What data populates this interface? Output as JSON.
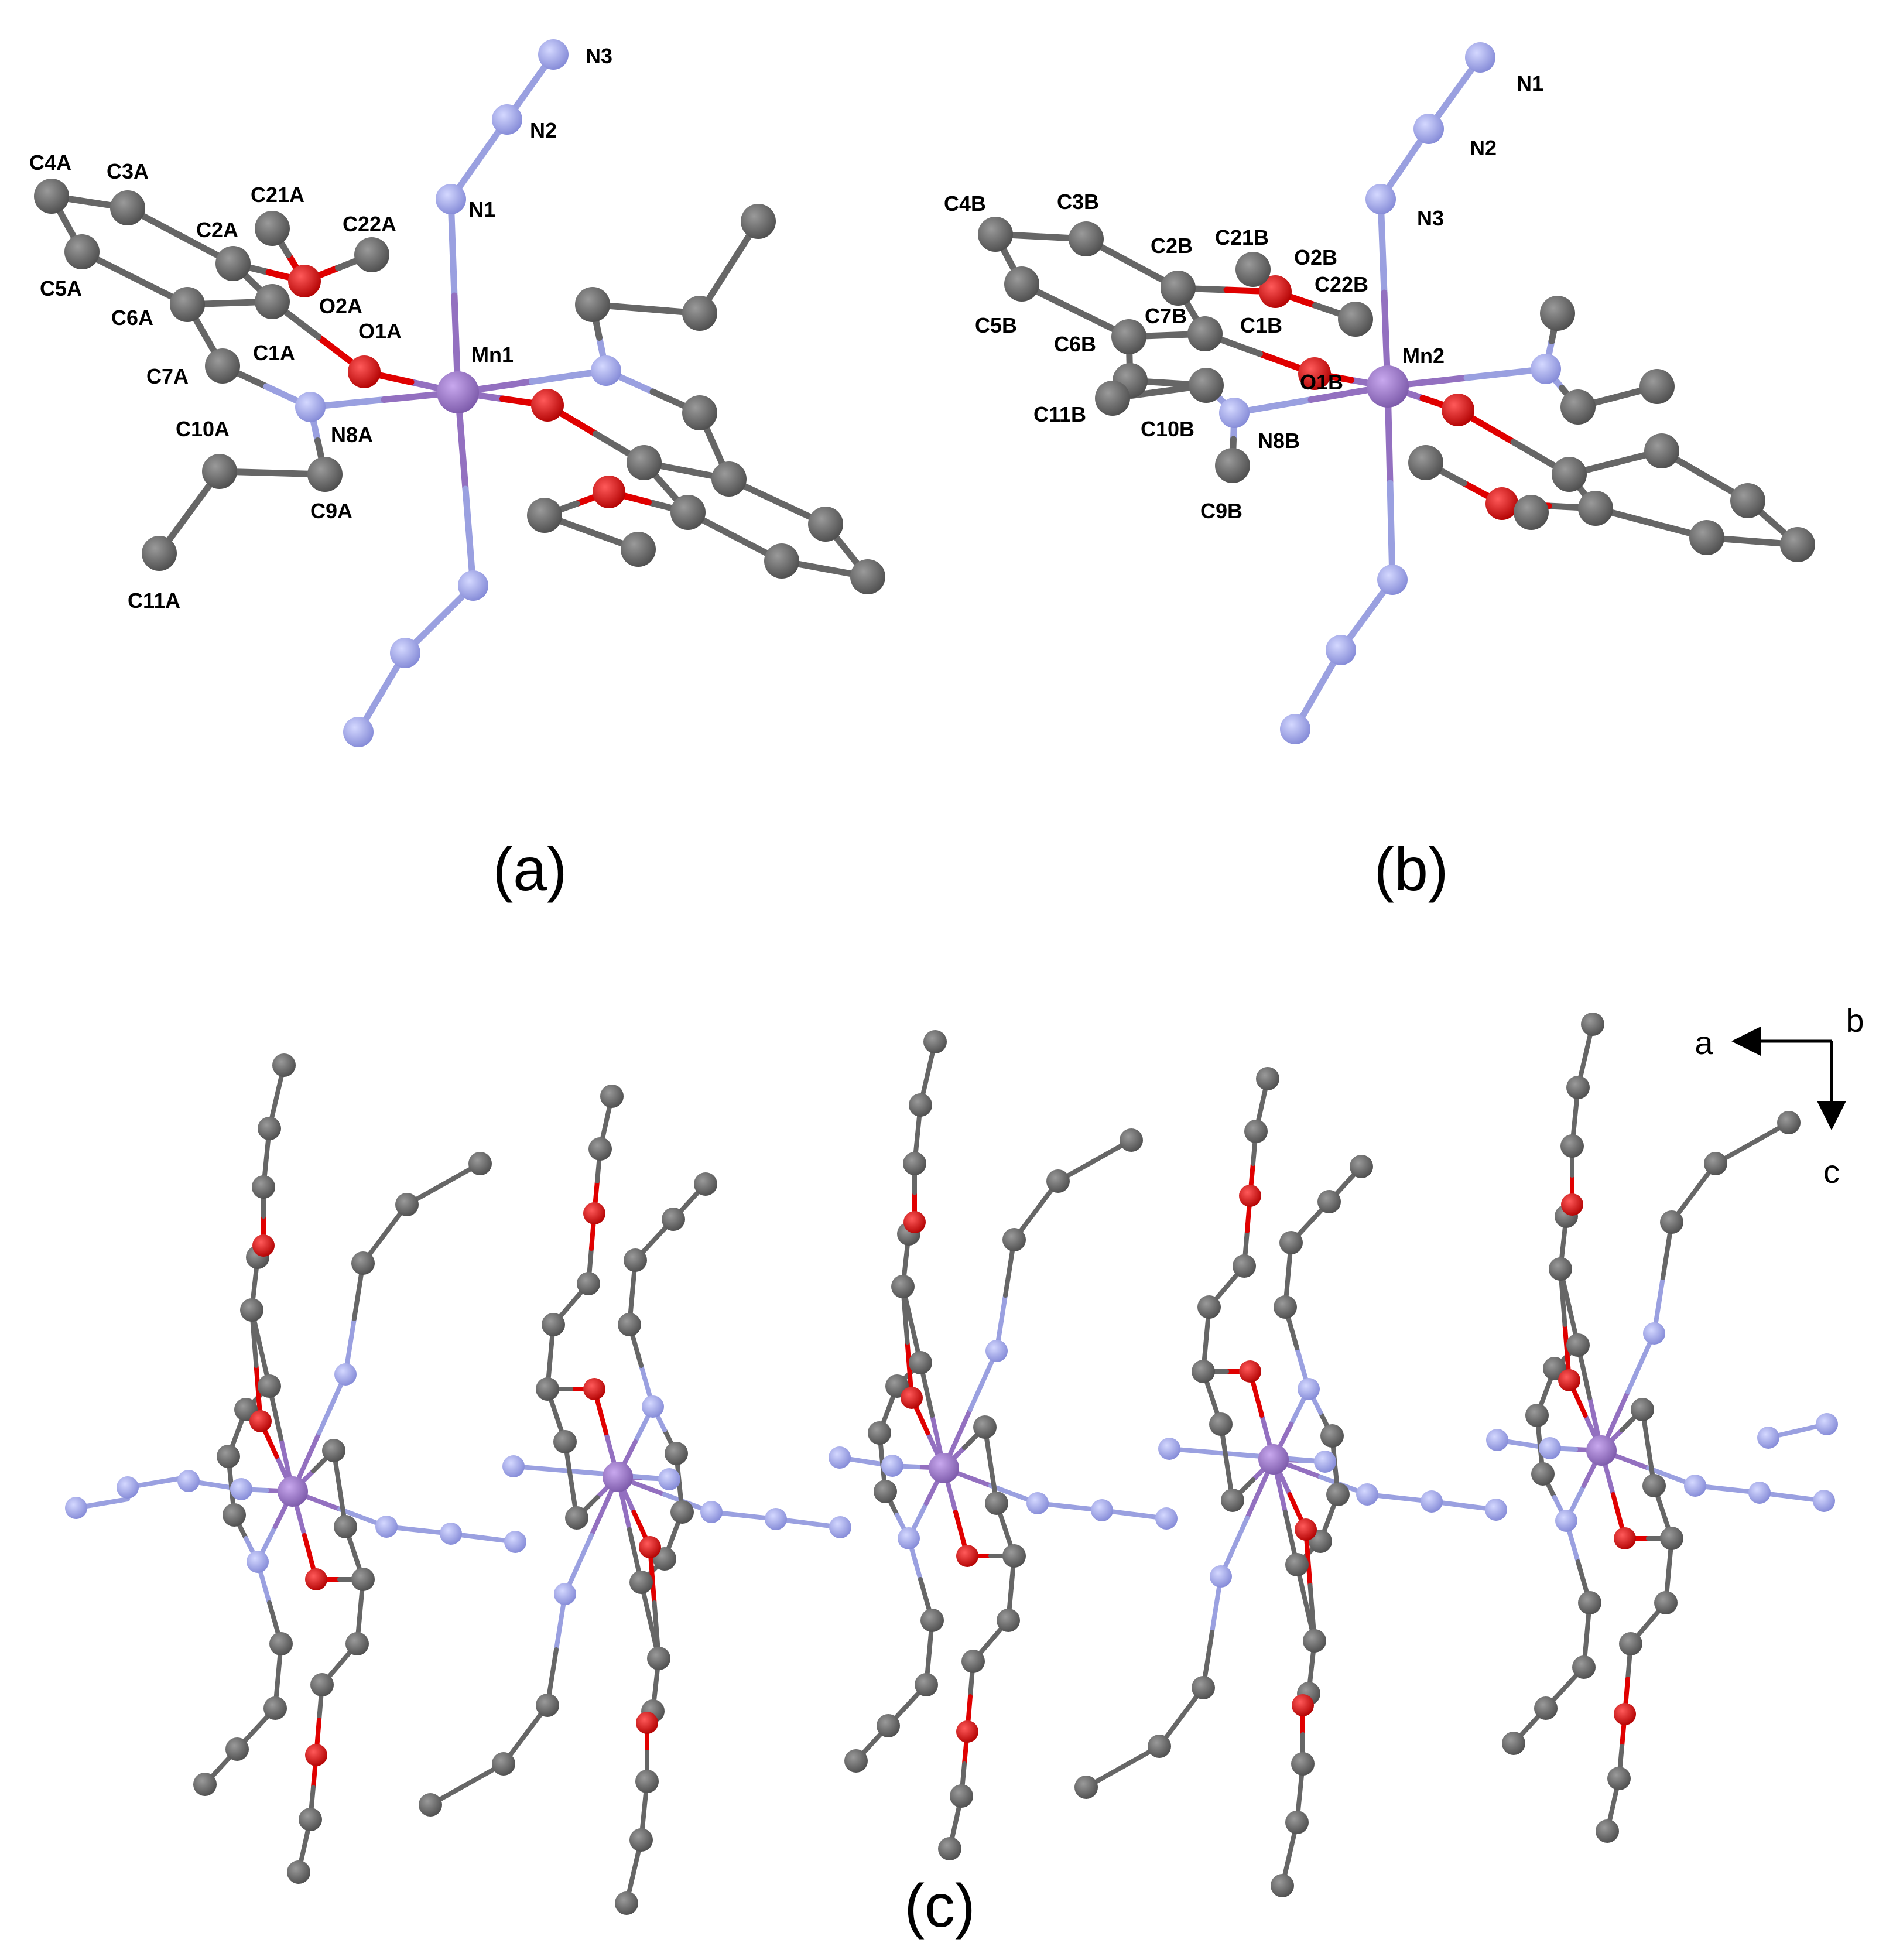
{
  "figure": {
    "panels": [
      {
        "id": "a",
        "caption": "(a)",
        "labels": [
          "N3",
          "N2",
          "N1",
          "C4A",
          "C3A",
          "C21A",
          "C22A",
          "C2A",
          "C5A",
          "O2A",
          "C6A",
          "C1A",
          "O1A",
          "Mn1",
          "C7A",
          "N8A",
          "C10A",
          "C9A",
          "C11A"
        ]
      },
      {
        "id": "b",
        "caption": "(b)",
        "labels": [
          "N1",
          "N2",
          "N3",
          "C4B",
          "C3B",
          "C2B",
          "C21B",
          "O2B",
          "C22B",
          "C5B",
          "C7B",
          "C1B",
          "C6B",
          "O1B",
          "Mn2",
          "C11B",
          "C10B",
          "N8B",
          "C9B"
        ]
      },
      {
        "id": "c",
        "caption": "(c)",
        "labels": []
      }
    ],
    "axes": {
      "a": "a",
      "b": "b",
      "c": "c"
    },
    "colors": {
      "carbon": "#666666",
      "oxygen": "#e00000",
      "nitrogen": "#9aa0e0",
      "manganese": "#9370c0",
      "bond": "#666666"
    }
  }
}
